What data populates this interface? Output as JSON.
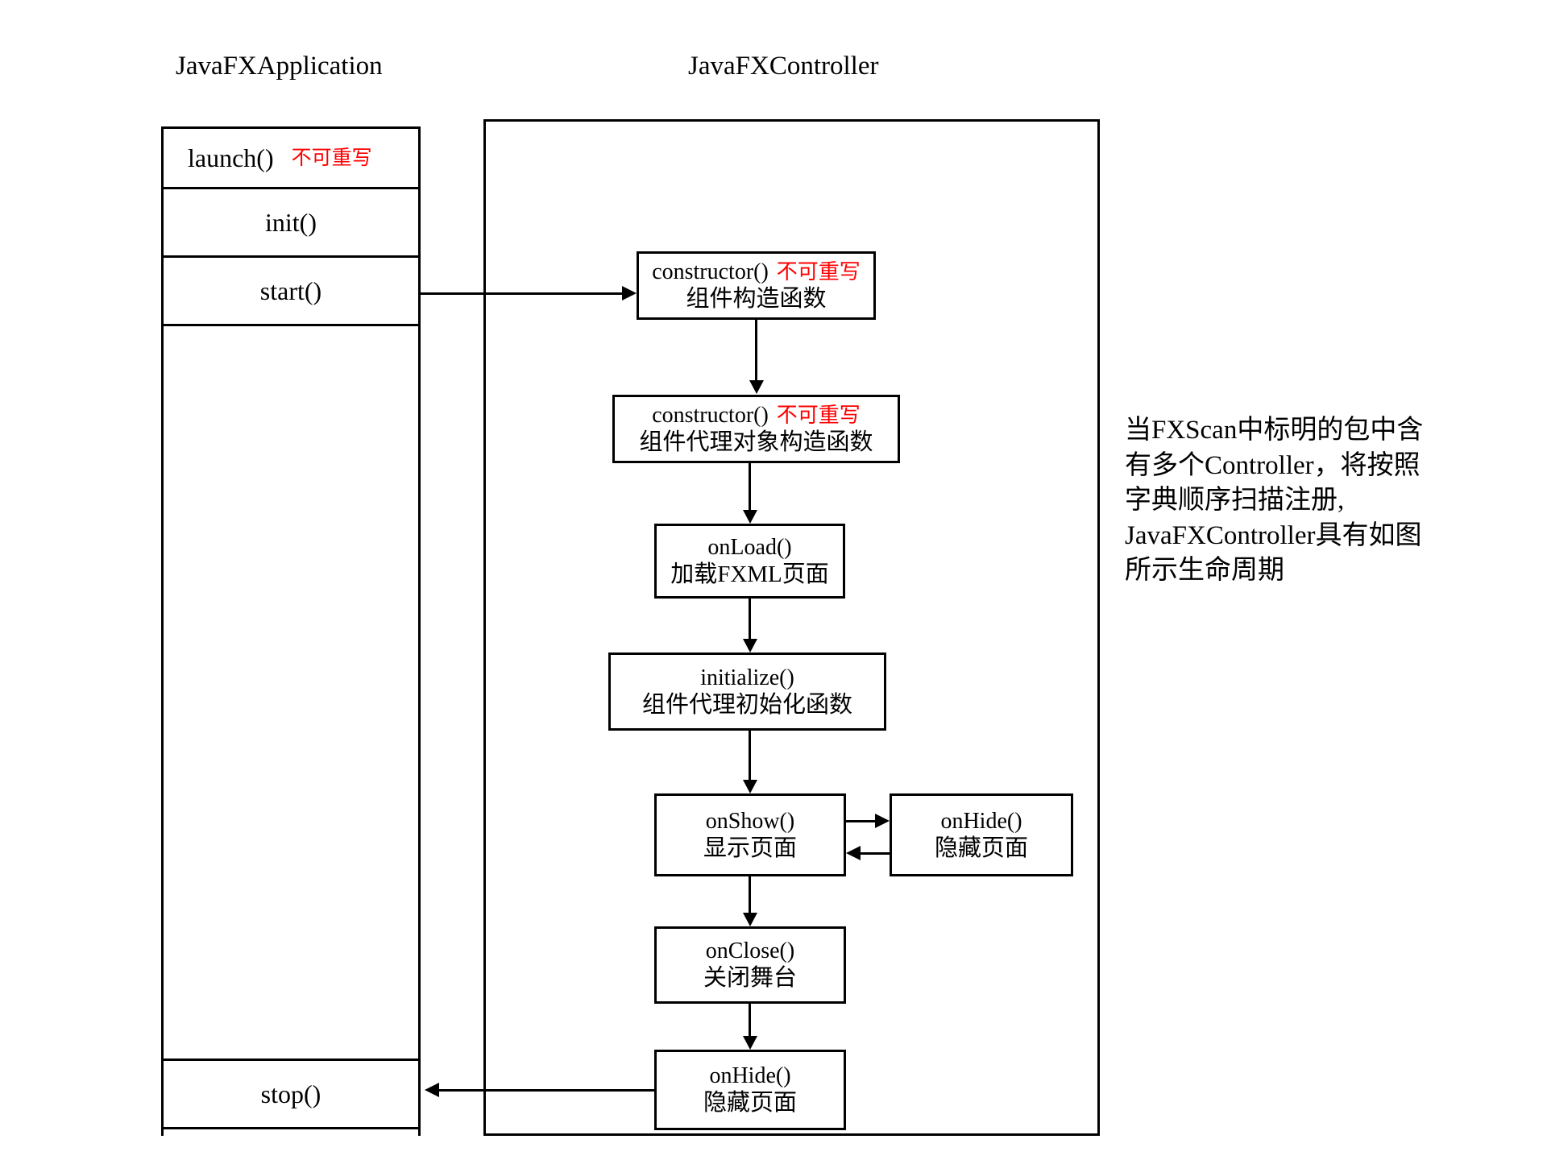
{
  "columns": {
    "application": {
      "title": "JavaFXApplication",
      "rows": [
        {
          "label": "launch()",
          "note": "不可重写",
          "note_color": "#ff0000"
        },
        {
          "label": "init()",
          "note": ""
        },
        {
          "label": "start()",
          "note": ""
        },
        {
          "label": "",
          "note": ""
        },
        {
          "label": "stop()",
          "note": ""
        },
        {
          "label": "",
          "note": ""
        }
      ]
    },
    "controller": {
      "title": "JavaFXController"
    }
  },
  "nodes": [
    {
      "id": "constructor-component",
      "line1": "constructor()",
      "warn": "不可重写",
      "line2": "组件构造函数"
    },
    {
      "id": "constructor-proxy",
      "line1": "constructor()",
      "warn": "不可重写",
      "line2": "组件代理对象构造函数"
    },
    {
      "id": "on-load",
      "line1": "onLoad()",
      "warn": "",
      "line2": "加载FXML页面"
    },
    {
      "id": "initialize",
      "line1": "initialize()",
      "warn": "",
      "line2": "组件代理初始化函数"
    },
    {
      "id": "on-show",
      "line1": "onShow()",
      "warn": "",
      "line2": "显示页面"
    },
    {
      "id": "on-hide-right",
      "line1": "onHide()",
      "warn": "",
      "line2": "隐藏页面"
    },
    {
      "id": "on-close",
      "line1": "onClose()",
      "warn": "",
      "line2": "关闭舞台"
    },
    {
      "id": "on-hide-bottom",
      "line1": "onHide()",
      "warn": "",
      "line2": "隐藏页面"
    }
  ],
  "side_note": {
    "lines": [
      "当FXScan中标明的包中含",
      "有多个Controller，将按照",
      "字典顺序扫描注册,",
      "JavaFXController具有如图",
      "所示生命周期"
    ]
  },
  "colors": {
    "stroke": "#000000",
    "warning": "#ff0000",
    "background": "#ffffff"
  }
}
